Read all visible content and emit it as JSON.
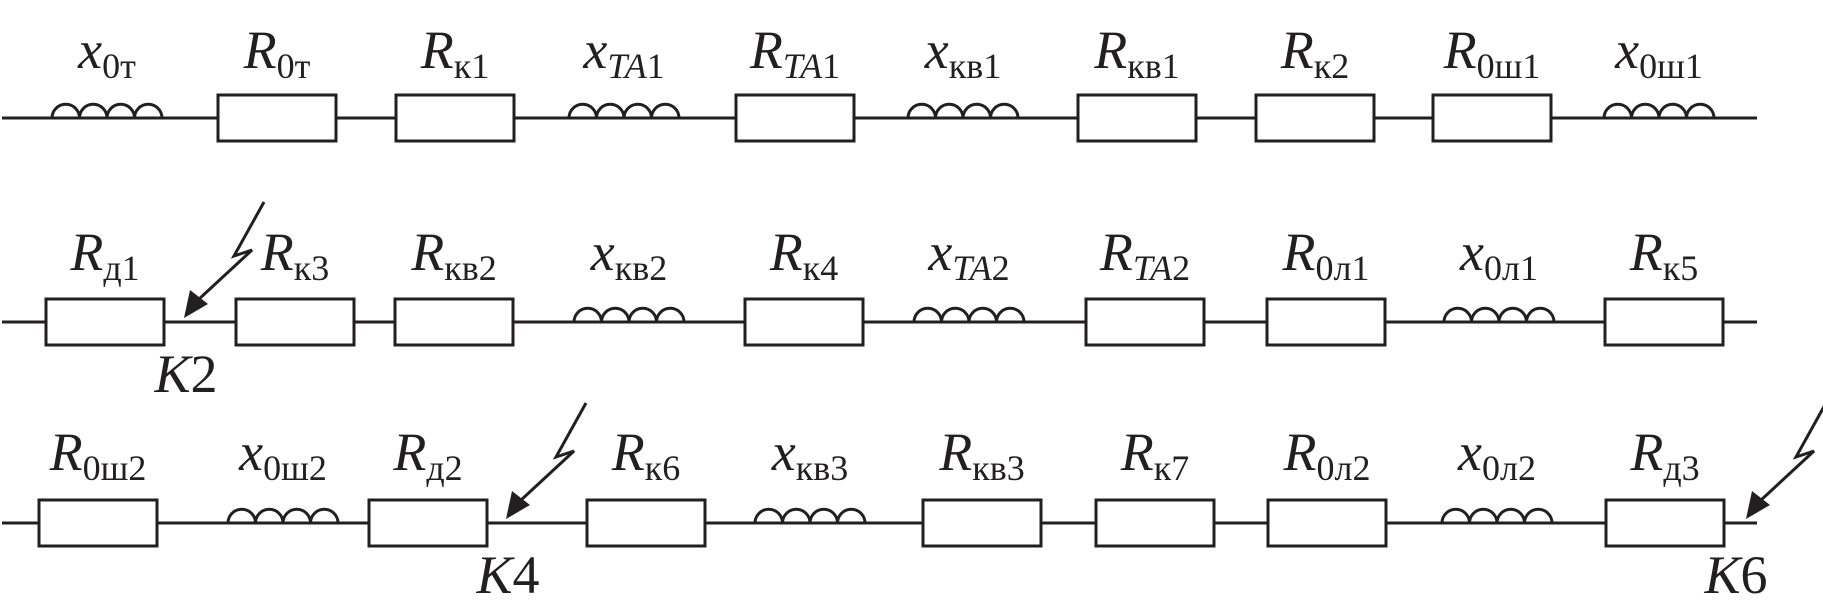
{
  "colors": {
    "ink": "#231f20",
    "background": "#ffffff"
  },
  "rows": [
    {
      "elements": [
        {
          "type": "inductor",
          "symbol": "x",
          "sub": "0т"
        },
        {
          "type": "resistor",
          "symbol": "R",
          "sub": "0т"
        },
        {
          "type": "resistor",
          "symbol": "R",
          "sub": "к1"
        },
        {
          "type": "inductor",
          "symbol": "x",
          "sub_italic": "TA",
          "sub": "1"
        },
        {
          "type": "resistor",
          "symbol": "R",
          "sub_italic": "TA",
          "sub": "1"
        },
        {
          "type": "inductor",
          "symbol": "x",
          "sub": "кв1"
        },
        {
          "type": "resistor",
          "symbol": "R",
          "sub": "кв1"
        },
        {
          "type": "resistor",
          "symbol": "R",
          "sub": "к2"
        },
        {
          "type": "resistor",
          "symbol": "R",
          "sub": "0ш1"
        },
        {
          "type": "inductor",
          "symbol": "x",
          "sub": "0ш1"
        }
      ]
    },
    {
      "elements": [
        {
          "type": "resistor",
          "symbol": "R",
          "sub": "д1"
        },
        {
          "type": "fault",
          "label_letter": "K",
          "label_number": "2"
        },
        {
          "type": "resistor",
          "symbol": "R",
          "sub": "к3"
        },
        {
          "type": "resistor",
          "symbol": "R",
          "sub": "кв2"
        },
        {
          "type": "inductor",
          "symbol": "x",
          "sub": "кв2"
        },
        {
          "type": "resistor",
          "symbol": "R",
          "sub": "к4"
        },
        {
          "type": "inductor",
          "symbol": "x",
          "sub_italic": "TA",
          "sub": "2"
        },
        {
          "type": "resistor",
          "symbol": "R",
          "sub_italic": "TA",
          "sub": "2"
        },
        {
          "type": "resistor",
          "symbol": "R",
          "sub": "0л1"
        },
        {
          "type": "inductor",
          "symbol": "x",
          "sub": "0л1"
        },
        {
          "type": "resistor",
          "symbol": "R",
          "sub": "к5"
        }
      ]
    },
    {
      "elements": [
        {
          "type": "resistor",
          "symbol": "R",
          "sub": "0ш2"
        },
        {
          "type": "inductor",
          "symbol": "x",
          "sub": "0ш2"
        },
        {
          "type": "resistor",
          "symbol": "R",
          "sub": "д2"
        },
        {
          "type": "fault",
          "label_letter": "K",
          "label_number": "4"
        },
        {
          "type": "resistor",
          "symbol": "R",
          "sub": "к6"
        },
        {
          "type": "inductor",
          "symbol": "x",
          "sub": "кв3"
        },
        {
          "type": "resistor",
          "symbol": "R",
          "sub": "кв3"
        },
        {
          "type": "resistor",
          "symbol": "R",
          "sub": "к7"
        },
        {
          "type": "resistor",
          "symbol": "R",
          "sub": "0л2"
        },
        {
          "type": "inductor",
          "symbol": "x",
          "sub": "0л2"
        },
        {
          "type": "resistor",
          "symbol": "R",
          "sub": "д3"
        },
        {
          "type": "fault",
          "label_letter": "K",
          "label_number": "6"
        }
      ]
    }
  ]
}
